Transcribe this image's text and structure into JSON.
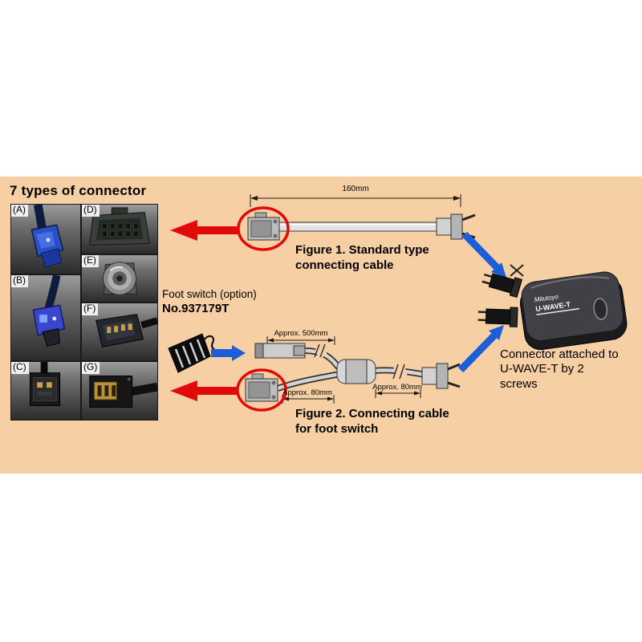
{
  "colors": {
    "background_band": "#f7cfa4",
    "accent_red": "#e10a0a",
    "accent_blue": "#1a5ed8"
  },
  "connector_table": {
    "title": "7 types of connector",
    "cells": [
      {
        "label": "(A)"
      },
      {
        "label": "(B)"
      },
      {
        "label": "(C)"
      },
      {
        "label": "(D)"
      },
      {
        "label": "(E)"
      },
      {
        "label": "(F)"
      },
      {
        "label": "(G)"
      }
    ]
  },
  "figure1": {
    "dimension": "160mm",
    "caption": "Figure 1. Standard type connecting cable"
  },
  "foot_switch": {
    "label": "Foot switch (option)",
    "part_number": "No.937179T"
  },
  "figure2": {
    "dimension_top": "Approx. 500mm",
    "dimension_left": "Approx. 80mm",
    "dimension_right": "Approx. 80mm",
    "caption": "Figure 2. Connecting cable for foot switch"
  },
  "device": {
    "brand": "Mitutoyo",
    "model": "U-WAVE-T",
    "note": "Connector attached to U-WAVE-T by 2 screws"
  }
}
